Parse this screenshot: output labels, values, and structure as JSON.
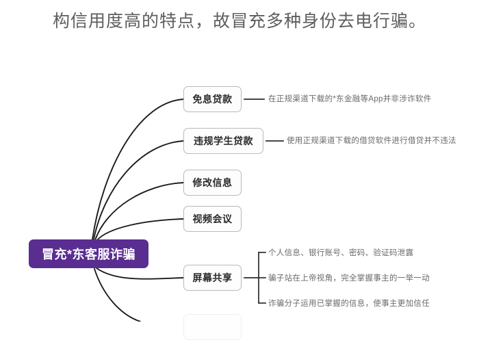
{
  "heading": {
    "text": "构信用度高的特点，故冒充多种身份去电行骗。"
  },
  "mindmap": {
    "root": {
      "label": "冒充*东客服诈骗",
      "color": "#5a2d91",
      "text_color": "#ffffff"
    },
    "branches": [
      {
        "label": "免息贷款",
        "notes": [
          "在正规渠道下载的*东金融等App并非涉诈软件"
        ]
      },
      {
        "label": "违规学生贷款",
        "notes": [
          "使用正规渠道下载的借贷软件进行借贷并不违法"
        ]
      },
      {
        "label": "修改信息",
        "notes": []
      },
      {
        "label": "视频会议",
        "notes": []
      },
      {
        "label": "屏幕共享",
        "notes": [
          "个人信息、银行账号、密码、验证码泄露",
          "骗子站在上帝视角，完全掌握事主的一举一动",
          "诈骗分子运用已掌握的信息，使事主更加信任"
        ]
      },
      {
        "label": "",
        "notes": []
      }
    ]
  },
  "colors": {
    "root_purple": "#5a2d91",
    "node_border": "#b9b9b9",
    "edge_stroke": "#1c1c1c",
    "heading_text": "#5d5d5d",
    "annotation_text": "#6a6a6a"
  }
}
